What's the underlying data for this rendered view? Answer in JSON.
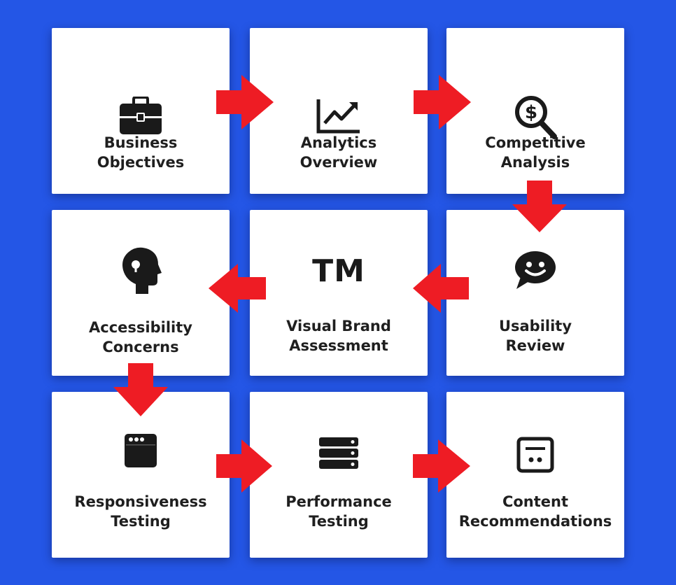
{
  "steps": [
    {
      "label": "Business\nObjectives"
    },
    {
      "label": "Analytics\nOverview"
    },
    {
      "label": "Competitive\nAnalysis"
    },
    {
      "label": "Accessibility\nConcerns"
    },
    {
      "label": "Visual Brand\nAssessment",
      "icon_text": "TM"
    },
    {
      "label": "Usability\nReview"
    },
    {
      "label": "Responsiveness\nTesting"
    },
    {
      "label": "Performance\nTesting"
    },
    {
      "label": "Content\nRecommendations"
    }
  ],
  "icons": {
    "step1": "briefcase-icon",
    "step2": "line-chart-icon",
    "step3": "magnifier-dollar-icon",
    "step4": "head-profile-icon",
    "step5": "trademark-icon",
    "step6": "smiley-chat-icon",
    "step7": "browser-window-icon",
    "step8": "server-icon",
    "step9": "content-box-icon"
  },
  "colors": {
    "background": "#2456e6",
    "card": "#ffffff",
    "arrow": "#ee1c24",
    "text": "#1f1f1f"
  }
}
